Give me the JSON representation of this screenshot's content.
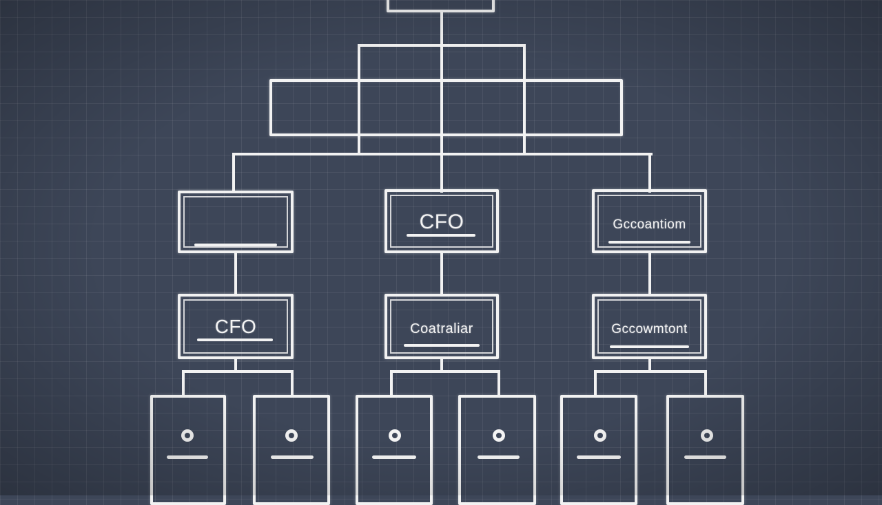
{
  "diagram": {
    "nodes": {
      "mid_left_label": "",
      "mid_center_label": "CFO",
      "mid_right_label": "Gccoantiom",
      "low_left_label": "CFO",
      "low_center_label": "Coatraliar",
      "low_right_label": "Gccowmtont"
    },
    "colors": {
      "background": "#3d4658",
      "grid": "#56607a",
      "line": "#f2f2f2"
    },
    "icons": [
      "user-icon",
      "user-icon",
      "user-icon",
      "user-icon",
      "user-icon",
      "user-icon"
    ]
  }
}
